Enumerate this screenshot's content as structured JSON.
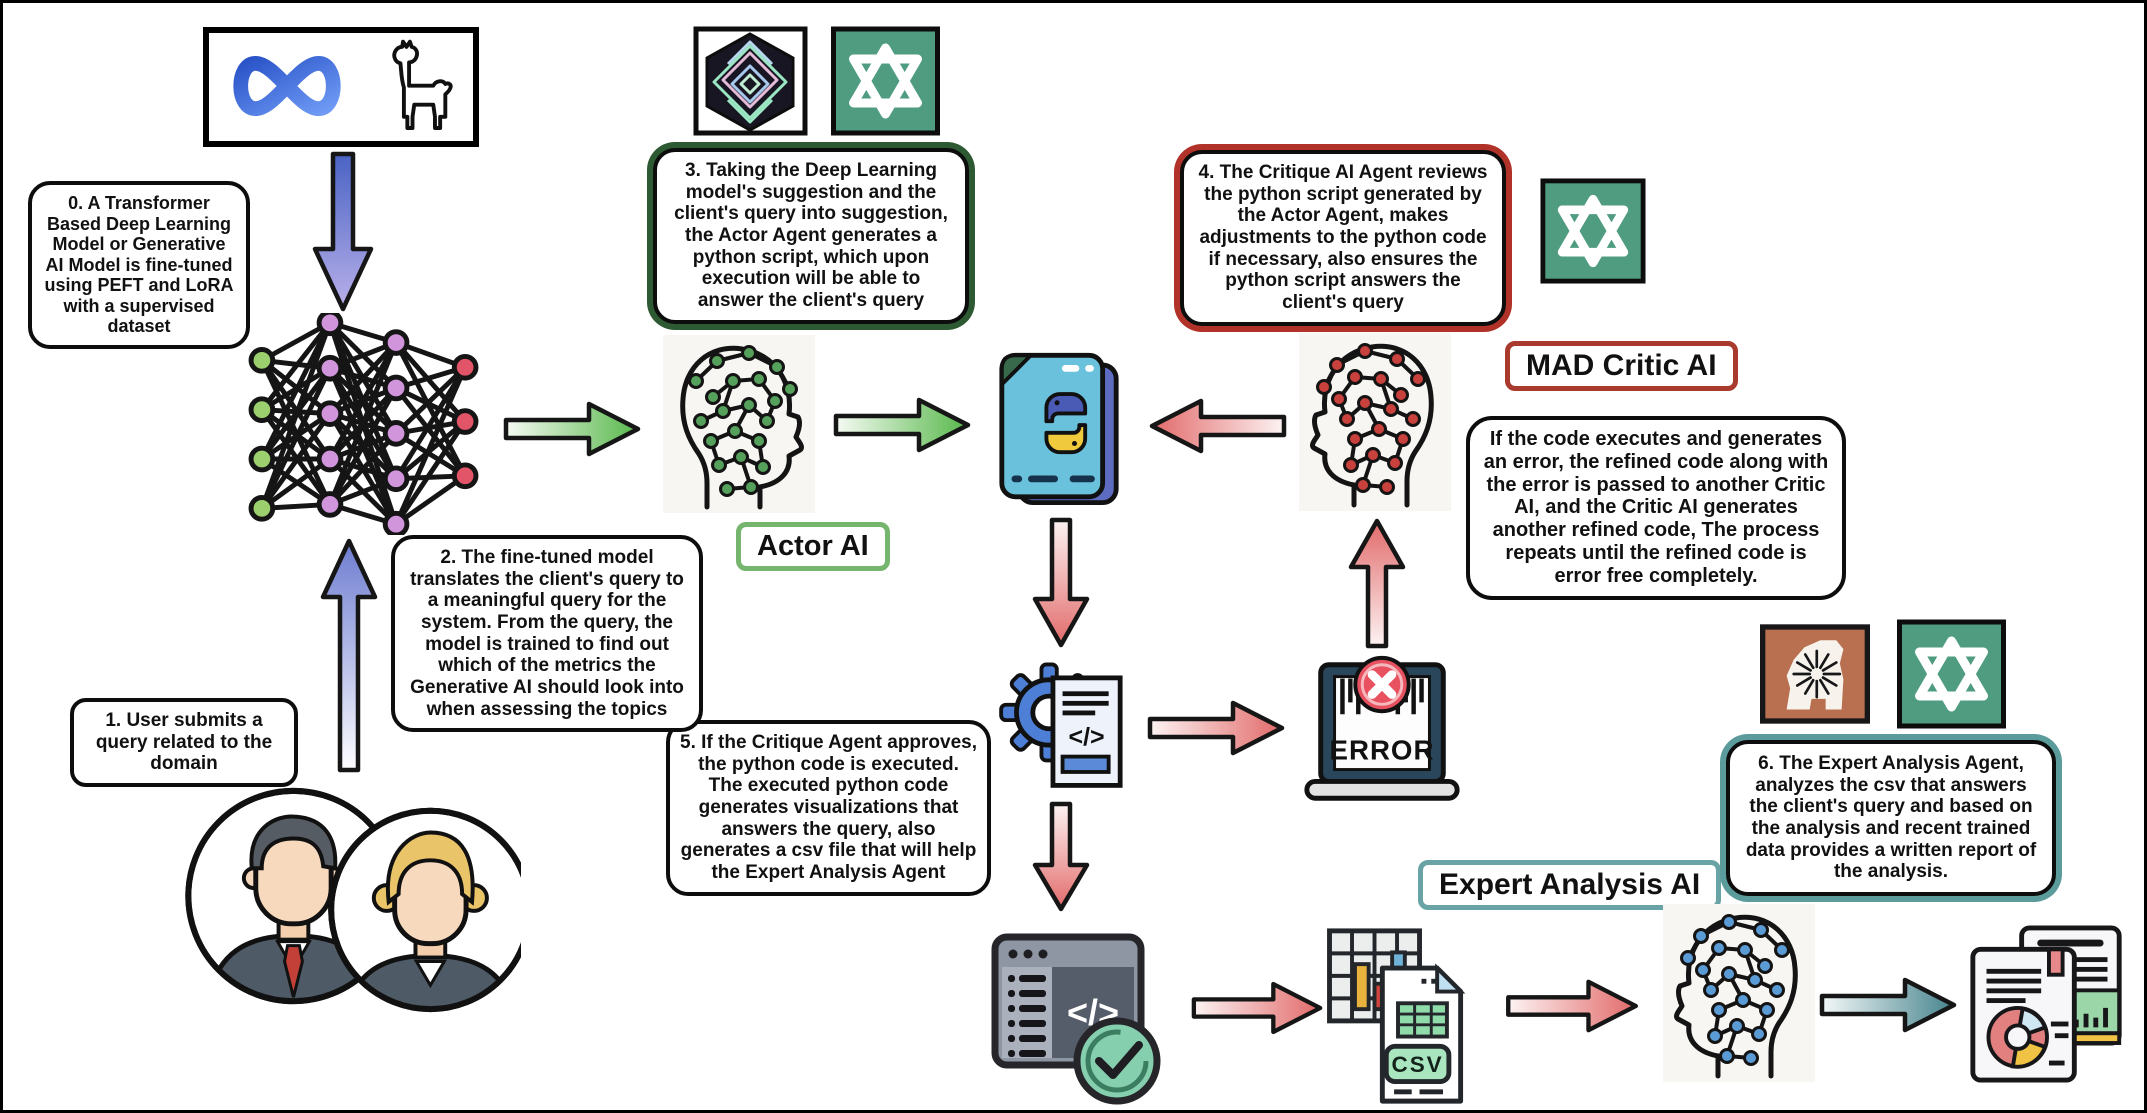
{
  "diagram": {
    "badges": {
      "actor": "Actor AI",
      "critic": "MAD Critic AI",
      "expert": "Expert Analysis AI"
    },
    "notes": {
      "step0": "0. A Transformer Based Deep Learning Model or Generative AI Model is fine-tuned using PEFT and LoRA with a supervised dataset",
      "step1": "1. User submits a query related to the domain",
      "step2": "2. The fine-tuned model translates the client's query to a meaningful query for the system. From the query, the model is trained to find out which of the metrics the Generative AI should look into when assessing the topics",
      "step3": "3. Taking the Deep Learning model's suggestion and the client's query into suggestion, the Actor Agent generates a python script, which upon execution will be able to answer the client's query",
      "step4": "4. The Critique AI Agent reviews the python script generated by the Actor Agent, makes adjustments to the python code if necessary, also ensures the python script answers the client's query",
      "step5": "5. If the Critique Agent approves, the python code is executed. The executed python code generates visualizations that answers the query, also generates a csv file that will help the Expert Analysis Agent",
      "step6": "6. The Expert Analysis Agent, analyzes the csv that answers the client's query and based on the analysis and recent trained data provides a written report of the analysis.",
      "critic_loop": "If the code executes and generates an error, the refined code along with the error is passed to another Critic AI, and the Critic AI generates another refined code, The process repeats until the refined code is error free completely."
    },
    "glyphs": {
      "error": "ERROR",
      "csv": "CSV",
      "code": "</>"
    },
    "colors": {
      "actor_green": "#76b56e",
      "critic_red": "#a93b2e",
      "expert_teal": "#6aa3a5",
      "arrow_green": "#58b84b",
      "arrow_red": "#e26a6a",
      "arrow_blue": "#4a63c4",
      "arrow_teal": "#47848e",
      "openai_bg": "#4f9c80",
      "claude_bg": "#b97050"
    }
  }
}
